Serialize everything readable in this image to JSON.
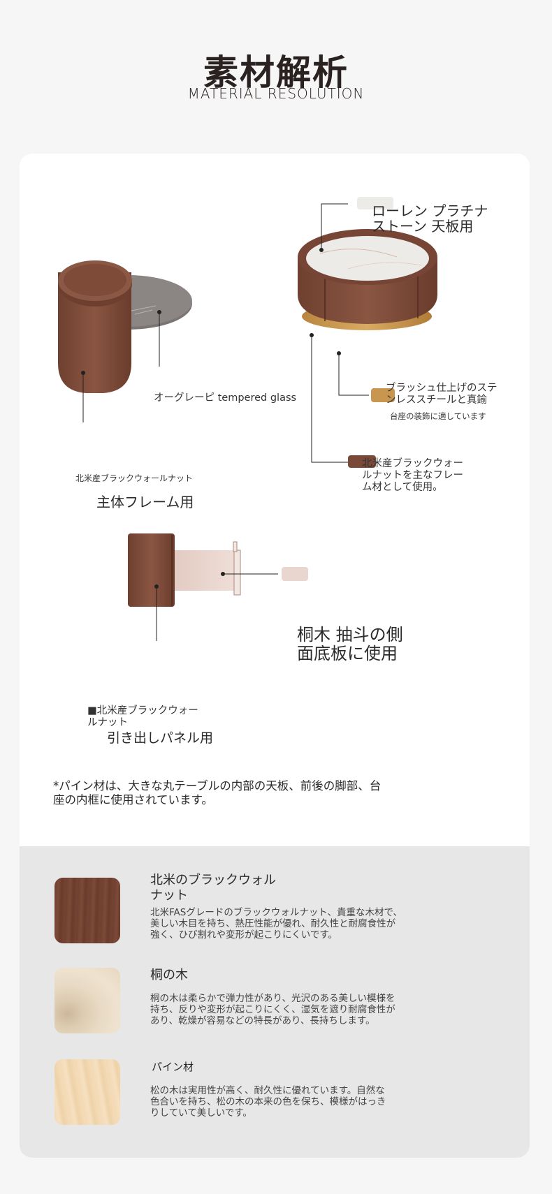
{
  "header": {
    "title": "素材解析",
    "subtitle": "MATERIAL RESOLUTION"
  },
  "diagram1": {
    "glass_label": "オーグレーピ tempered glass",
    "walnut_small": "北米産ブラックウォールナット",
    "frame_label": "主体フレーム用"
  },
  "diagram2": {
    "stone_label": "ローレン プラチナ\nストーン 天板用",
    "steel_label": "ブラッシュ仕上げのステ\nンレススチールと真鍮",
    "steel_note": "台座の装飾に適しています",
    "walnut_label": "北米産ブラックウォー\nルナットを主なフレー\nム材として使用。"
  },
  "diagram3": {
    "paulownia_label": "桐木 抽斗の側\n面底板に使用",
    "walnut_label": "■北米産ブラックウォー\nルナット",
    "panel_label": "引き出しパネル用"
  },
  "note": "*パイン材は、大きな丸テーブルの内部の天板、前後の脚部、台\n座の内框に使用されています。",
  "materials": [
    {
      "name": "北米のブラックウォル\nナット",
      "desc": "北米FASグレードのブラックウォルナット、貴重な木材で、\n美しい木目を持ち、熱圧性能が優れ、耐久性と耐腐食性が\n強く、ひび割れや変形が起こりにくいです。"
    },
    {
      "name": "桐の木",
      "desc": "桐の木は柔らかで弾力性があり、光沢のある美しい模様を\n持ち、反りや変形が起こりにくく、湿気を遮り耐腐食性が\nあり、乾燥が容易などの特長があり、長持ちします。"
    },
    {
      "name": "パイン材",
      "desc": "松の木は実用性が高く、耐久性に優れています。自然な\n色合いを持ち、松の木の本来の色を保ち、模様がはっき\nりしていて美しいです。"
    }
  ],
  "colors": {
    "walnut": "#7a4a38",
    "walnut_dark": "#5e3526",
    "glass": "#7a7472",
    "stone": "#ecebe8",
    "brass": "#c8964e",
    "paulownia": "#e8d6cf",
    "pine": "#f3d9b4",
    "lower_bg": "#e7e7e7"
  }
}
